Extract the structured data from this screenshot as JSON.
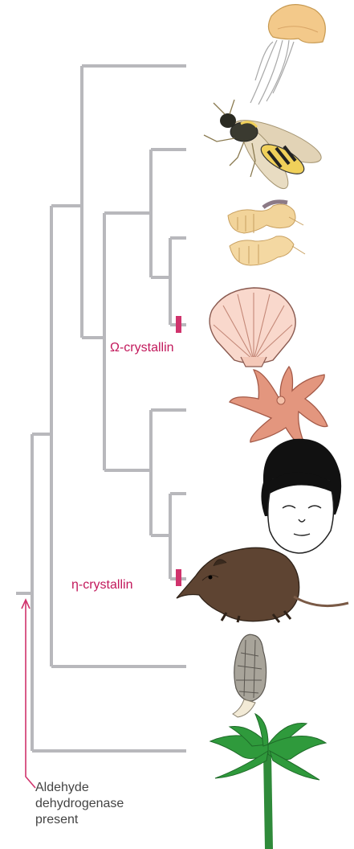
{
  "labels": {
    "omega": "Ω-crystallin",
    "eta": "η-crystallin"
  },
  "annotation": {
    "line1": "Aldehyde",
    "line2": "dehydrogenase",
    "line3": "present"
  },
  "taxa_icons": [
    "jellyfish-icon",
    "wasp-icon",
    "crustacean-icon",
    "scallop-icon",
    "starfish-icon",
    "human-child-icon",
    "elephant-shrew-icon",
    "morel-mushroom-icon",
    "palm-tree-icon"
  ],
  "colors": {
    "branch": "#b8b8bc",
    "marker": "#d0336c",
    "label": "#c2185b",
    "arrow": "#d0336c",
    "note_text": "#444444"
  }
}
